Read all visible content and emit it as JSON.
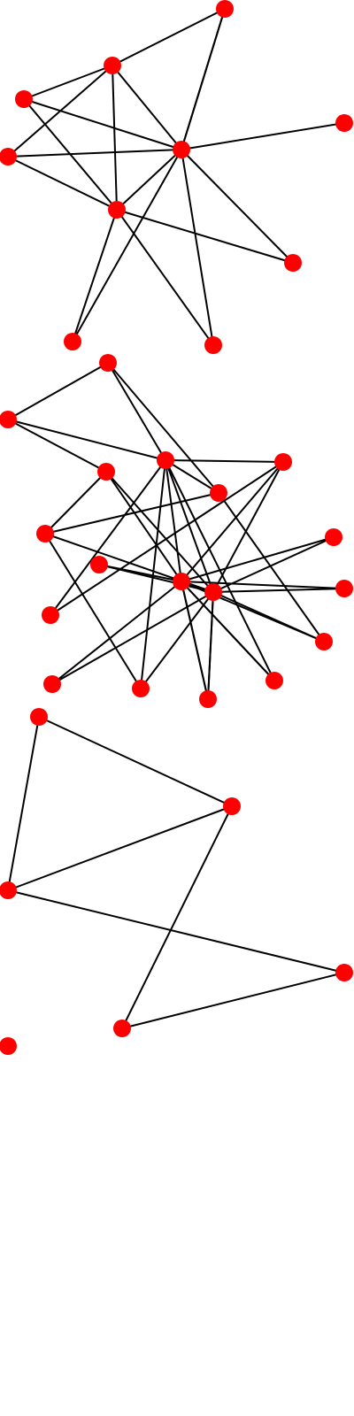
{
  "style": {
    "node_color": "#ff0000",
    "edge_color": "#000000",
    "background": "#ffffff"
  },
  "graphs": [
    {
      "name": "component-1",
      "nodes": [
        "n1",
        "n2",
        "n3",
        "n4",
        "n5",
        "n6",
        "n7",
        "n8",
        "n9",
        "n10",
        "n11"
      ],
      "edges": [
        [
          "n1",
          "n2"
        ],
        [
          "n1",
          "n6"
        ],
        [
          "n2",
          "n3"
        ],
        [
          "n2",
          "n4"
        ],
        [
          "n2",
          "n6"
        ],
        [
          "n2",
          "n7"
        ],
        [
          "n3",
          "n6"
        ],
        [
          "n3",
          "n7"
        ],
        [
          "n4",
          "n6"
        ],
        [
          "n4",
          "n7"
        ],
        [
          "n5",
          "n6"
        ],
        [
          "n6",
          "n7"
        ],
        [
          "n6",
          "n8"
        ],
        [
          "n6",
          "n9"
        ],
        [
          "n6",
          "n10"
        ],
        [
          "n6",
          "n11"
        ],
        [
          "n7",
          "n8"
        ],
        [
          "n7",
          "n9"
        ],
        [
          "n7",
          "n10"
        ]
      ]
    },
    {
      "name": "component-2",
      "nodes": [
        "m1",
        "m2",
        "m3",
        "m4",
        "m5",
        "m6",
        "m7",
        "m8",
        "m9",
        "m10",
        "m11",
        "m12",
        "m13",
        "m14",
        "m15",
        "m16",
        "m17",
        "m18",
        "m19",
        "m20",
        "m21"
      ],
      "edges": [
        [
          "m1",
          "m2"
        ],
        [
          "m1",
          "m5"
        ],
        [
          "m1",
          "m6"
        ],
        [
          "m2",
          "m5"
        ],
        [
          "m2",
          "m7"
        ],
        [
          "m3",
          "m5"
        ],
        [
          "m3",
          "m12"
        ],
        [
          "m3",
          "m13"
        ],
        [
          "m3",
          "m15"
        ],
        [
          "m4",
          "m12"
        ],
        [
          "m4",
          "m13"
        ],
        [
          "m5",
          "m6"
        ],
        [
          "m5",
          "m12"
        ],
        [
          "m5",
          "m13"
        ],
        [
          "m5",
          "m14"
        ],
        [
          "m5",
          "m15"
        ],
        [
          "m5",
          "m17"
        ],
        [
          "m6",
          "m8"
        ],
        [
          "m6",
          "m11"
        ],
        [
          "m7",
          "m8"
        ],
        [
          "m7",
          "m12"
        ],
        [
          "m7",
          "m13"
        ],
        [
          "m8",
          "m13"
        ],
        [
          "m8",
          "m18"
        ],
        [
          "m9",
          "m12"
        ],
        [
          "m9",
          "m13"
        ],
        [
          "m10",
          "m12"
        ],
        [
          "m10",
          "m13"
        ],
        [
          "m11",
          "m12"
        ],
        [
          "m11",
          "m13"
        ],
        [
          "m12",
          "m13"
        ],
        [
          "m12",
          "m14"
        ],
        [
          "m12",
          "m16"
        ],
        [
          "m12",
          "m19"
        ],
        [
          "m12",
          "m20"
        ],
        [
          "m12",
          "m21"
        ],
        [
          "m13",
          "m16"
        ],
        [
          "m13",
          "m18"
        ],
        [
          "m13",
          "m19"
        ],
        [
          "m13",
          "m21"
        ]
      ]
    },
    {
      "name": "component-3",
      "nodes": [
        "p1",
        "p2",
        "p3",
        "p4",
        "p5"
      ],
      "edges": [
        [
          "p1",
          "p2"
        ],
        [
          "p1",
          "p3"
        ],
        [
          "p2",
          "p3"
        ],
        [
          "p2",
          "p5"
        ],
        [
          "p3",
          "p4"
        ],
        [
          "p4",
          "p5"
        ]
      ]
    },
    {
      "name": "component-4",
      "nodes": [
        "q1"
      ],
      "edges": []
    }
  ]
}
